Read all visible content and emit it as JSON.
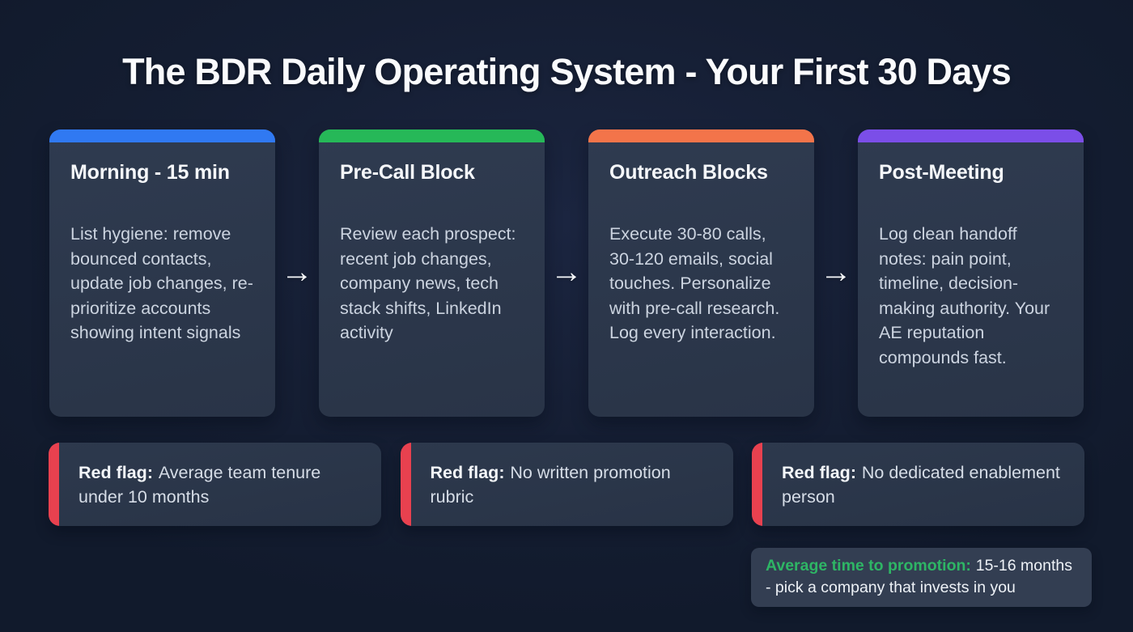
{
  "title": "The BDR Daily Operating System - Your First 30 Days",
  "arrow_glyph": "→",
  "colors": {
    "background": "#151e33",
    "card_background": "#2b3749",
    "note_background": "#333e52",
    "red_flag_accent": "#e8414f",
    "promotion_green": "#2eb565"
  },
  "cards": [
    {
      "title": "Morning - 15 min",
      "body": "List hygiene: remove bounced contacts, update job changes, re-prioritize accounts showing intent signals",
      "accent_color": "#3079f2"
    },
    {
      "title": "Pre-Call Block",
      "body": "Review each prospect: recent job changes, company news, tech stack shifts, LinkedIn activity",
      "accent_color": "#26b858"
    },
    {
      "title": "Outreach Blocks",
      "body": "Execute 30-80 calls, 30-120 emails, social touches. Personalize with pre-call research. Log every interaction.",
      "accent_color": "#f3744a"
    },
    {
      "title": "Post-Meeting",
      "body": "Log clean handoff notes: pain point, timeline, decision-making authority. Your AE reputation compounds fast.",
      "accent_color": "#7b4ee8"
    }
  ],
  "red_flags": [
    {
      "label": "Red flag:",
      "text": "Average team tenure under 10 months",
      "accent_color": "#e8414f"
    },
    {
      "label": "Red flag:",
      "text": "No written promotion rubric",
      "accent_color": "#e8414f"
    },
    {
      "label": "Red flag:",
      "text": "No dedicated enablement person",
      "accent_color": "#e8414f"
    }
  ],
  "note": {
    "label": "Average time to promotion:",
    "label_color": "#2eb565",
    "text": "15-16 months - pick a company that invests in you"
  }
}
